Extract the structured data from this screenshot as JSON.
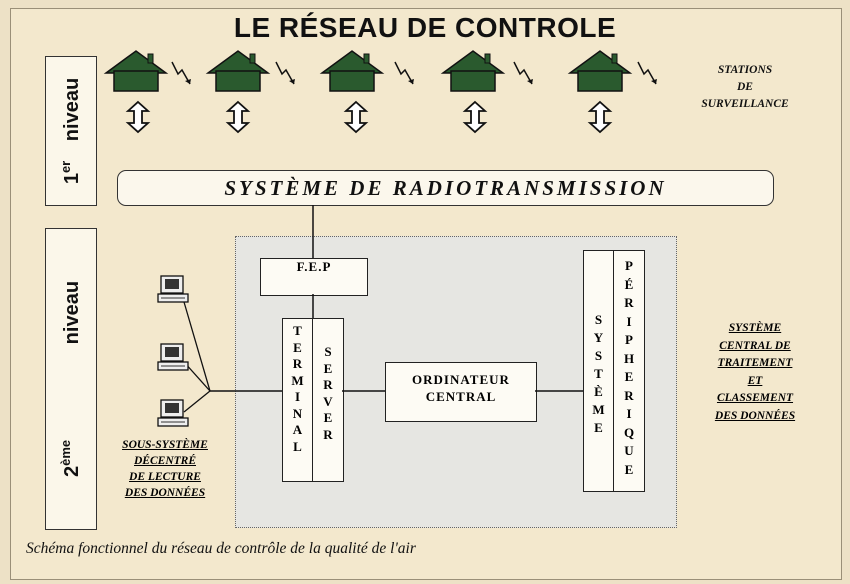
{
  "title": "LE RÉSEAU DE CONTROLE",
  "level1": {
    "num": "1",
    "sup": "er",
    "word": "niveau"
  },
  "level2": {
    "num": "2",
    "sup": "ème",
    "word": "niveau"
  },
  "stations": [
    "STATIONS",
    "DE",
    "SURVEILLANCE"
  ],
  "radio": "SYSTÈME DE RADIOTRANSMISSION",
  "fep": "F.E.P",
  "terminal": [
    "T",
    "E",
    "R",
    "M",
    "I",
    "N",
    "A",
    "L"
  ],
  "server": [
    "S",
    "E",
    "R",
    "V",
    "E",
    "R"
  ],
  "ordinateur": [
    "ORDINATEUR",
    "CENTRAL"
  ],
  "systeme": [
    "S",
    "Y",
    "S",
    "T",
    "È",
    "M",
    "E"
  ],
  "peripherique": [
    "P",
    "É",
    "R",
    "I",
    "P",
    "H",
    "E",
    "R",
    "I",
    "Q",
    "U",
    "E"
  ],
  "subsystem": [
    "SOUS-SYSTÈME",
    "DÉCENTRÉ",
    "DE LECTURE",
    "DES DONNÉES"
  ],
  "central_label": [
    "SYSTÈME",
    "CENTRAL DE",
    "TRAITEMENT",
    "ET",
    "CLASSEMENT",
    "DES DONNÉES"
  ],
  "caption": "Schéma fonctionnel du réseau de contrôle de la qualité de l'air",
  "colors": {
    "house": "#2a5a2e",
    "central_bg": "#e6e6e2",
    "frame_bg": "#f3e8cd"
  },
  "icons": {
    "station": "house-icon",
    "signal": "lightning-icon",
    "link": "double-arrow-icon",
    "terminal": "computer-icon"
  }
}
